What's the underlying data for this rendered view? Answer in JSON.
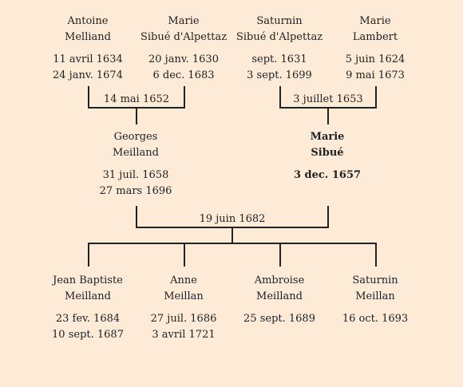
{
  "grandparents": [
    {
      "first": "Antoine",
      "last": "Melliand",
      "birth": "11 avril 1634",
      "death": "24 janv. 1674"
    },
    {
      "first": "Marie",
      "last": "Sibué d'Alpettaz",
      "birth": "20 janv. 1630",
      "death": "6 dec. 1683"
    },
    {
      "first": "Saturnin",
      "last": "Sibué d'Alpettaz",
      "birth": "sept. 1631",
      "death": "3 sept. 1699"
    },
    {
      "first": "Marie",
      "last": "Lambert",
      "birth": "5 juin 1624",
      "death": "9 mai 1673"
    }
  ],
  "grandparent_marriages": [
    "14 mai 1652",
    "3 juillet 1653"
  ],
  "parents": [
    {
      "first": "Georges",
      "last": "Meilland",
      "birth": "31 juil. 1658",
      "death": "27 mars 1696"
    },
    {
      "first": "Marie",
      "last": "Sibué",
      "birth": "3 dec. 1657",
      "death": ""
    }
  ],
  "parent_marriage": "19 juin 1682",
  "children": [
    {
      "first": "Jean Baptiste",
      "last": "Meilland",
      "birth": "23 fev. 1684",
      "death": "10 sept. 1687"
    },
    {
      "first": "Anne",
      "last": "Meillan",
      "birth": "27 juil. 1686",
      "death": "3 avril 1721"
    },
    {
      "first": "Ambroise",
      "last": "Meilland",
      "birth": "25 sept. 1689",
      "death": ""
    },
    {
      "first": "Saturnin",
      "last": "Meillan",
      "birth": "16 oct. 1693",
      "death": ""
    }
  ]
}
